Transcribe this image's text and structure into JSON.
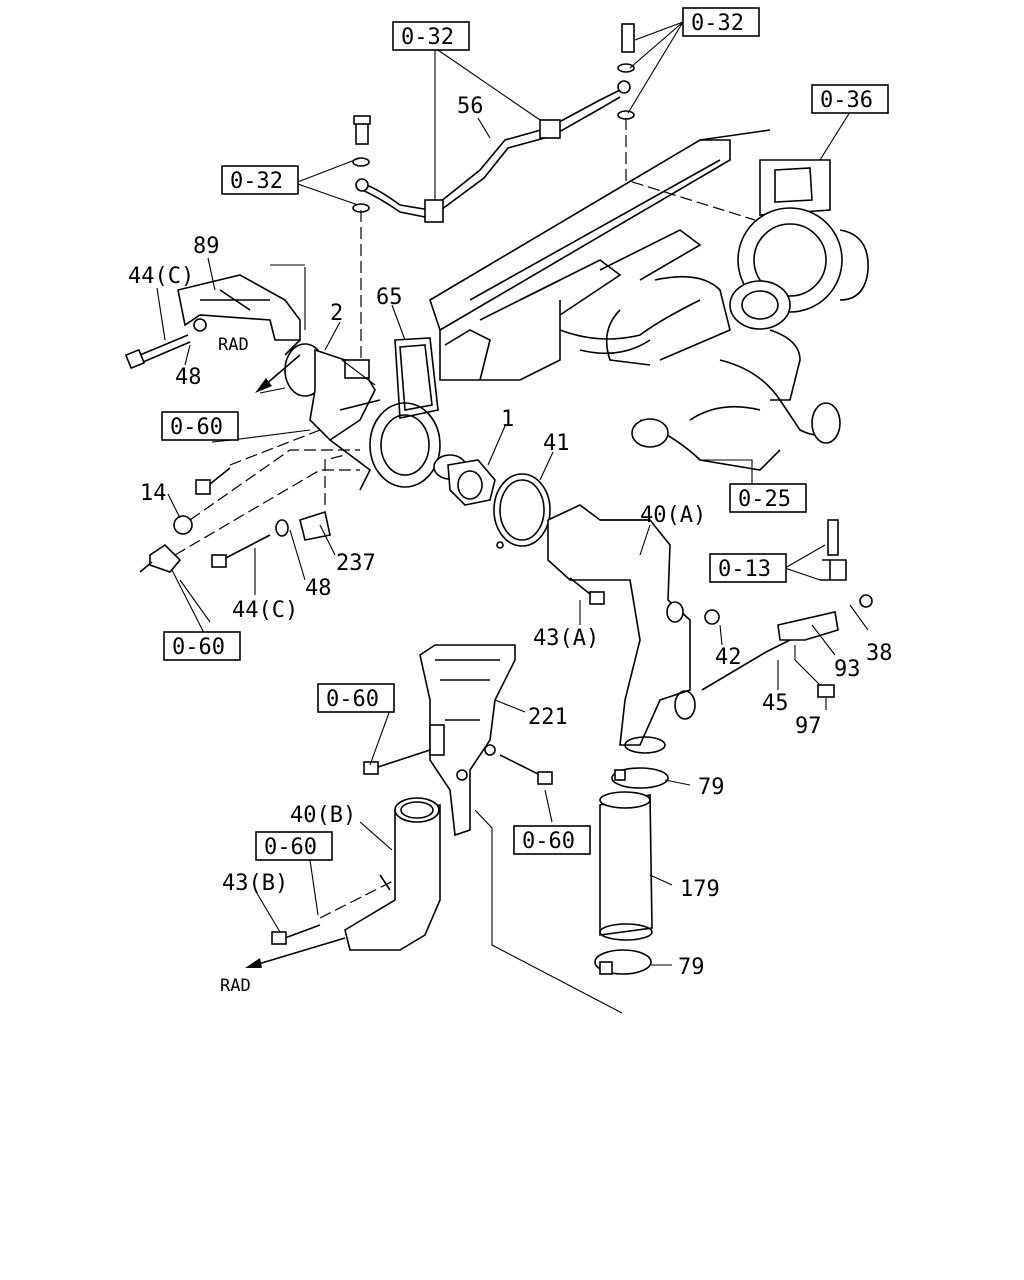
{
  "callouts": {
    "p56": "56",
    "p89": "89",
    "p44c_top": "44(C)",
    "p48_top": "48",
    "p65": "65",
    "p2": "2",
    "p1": "1",
    "p41": "41",
    "p14": "14",
    "p237": "237",
    "p48_mid": "48",
    "p44c_mid": "44(C)",
    "p40a": "40(A)",
    "p43a": "43(A)",
    "p42": "42",
    "p38": "38",
    "p93": "93",
    "p45": "45",
    "p97": "97",
    "p221": "221",
    "p79_top": "79",
    "p179": "179",
    "p79_bot": "79",
    "p40b": "40(B)",
    "p43b": "43(B)"
  },
  "refs": {
    "r032_left": "0-32",
    "r032_mid": "0-32",
    "r032_right": "0-32",
    "r036": "0-36",
    "r060_a": "0-60",
    "r060_b": "0-60",
    "r060_c": "0-60",
    "r060_d": "0-60",
    "r060_e": "0-60",
    "r025": "0-25",
    "r013": "0-13"
  },
  "direction_labels": {
    "rad_top": "RAD",
    "rad_bottom": "RAD"
  }
}
